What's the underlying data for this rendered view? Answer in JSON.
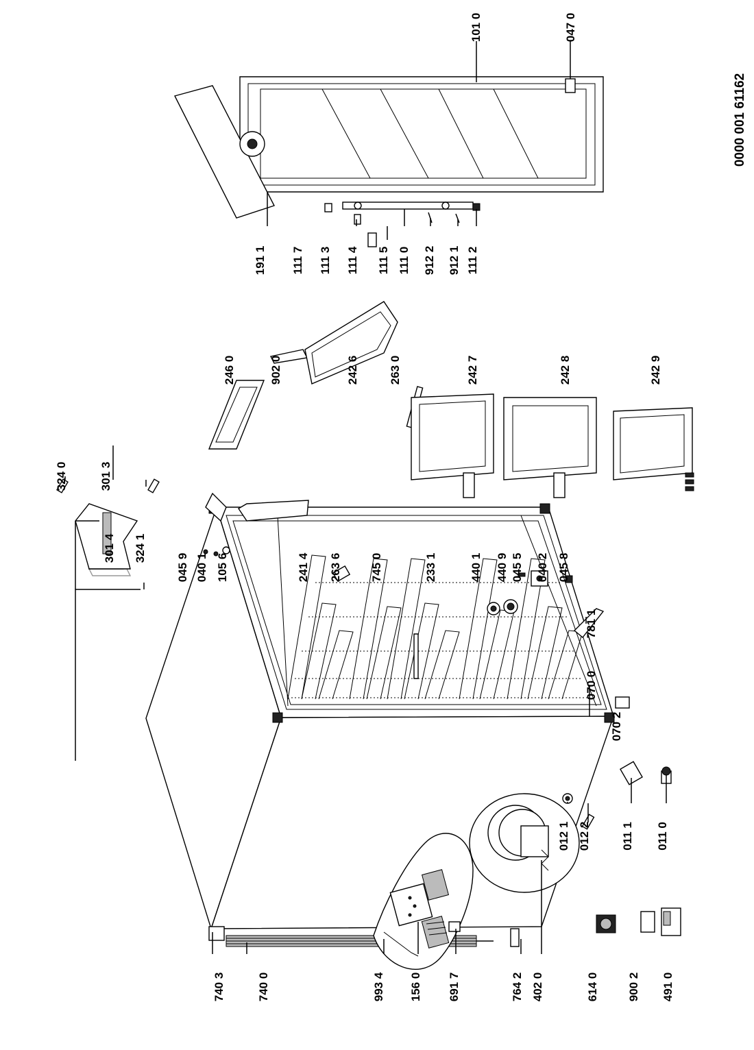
{
  "document": {
    "number": "0000 001 61162"
  },
  "labels": [
    {
      "id": "l7403",
      "text": "740 3"
    },
    {
      "id": "l7400",
      "text": "740 0"
    },
    {
      "id": "l9934",
      "text": "993 4"
    },
    {
      "id": "l1560",
      "text": "156 0"
    },
    {
      "id": "l6917",
      "text": "691 7"
    },
    {
      "id": "l7642",
      "text": "764 2"
    },
    {
      "id": "l4020",
      "text": "402 0"
    },
    {
      "id": "l6140",
      "text": "614 0"
    },
    {
      "id": "l9002",
      "text": "900 2"
    },
    {
      "id": "l4910",
      "text": "491 0"
    },
    {
      "id": "l0121",
      "text": "012 1"
    },
    {
      "id": "l0122",
      "text": "012 2"
    },
    {
      "id": "l0111",
      "text": "011 1"
    },
    {
      "id": "l0110",
      "text": "011 0"
    },
    {
      "id": "l0702",
      "text": "070 2"
    },
    {
      "id": "l0700",
      "text": "070 0"
    },
    {
      "id": "l7811",
      "text": "781 1"
    },
    {
      "id": "l0458",
      "text": "045 8"
    },
    {
      "id": "l0402",
      "text": "040 2"
    },
    {
      "id": "l0455",
      "text": "045 5"
    },
    {
      "id": "l4409",
      "text": "440 9"
    },
    {
      "id": "l4401",
      "text": "440 1"
    },
    {
      "id": "l2331",
      "text": "233 1"
    },
    {
      "id": "l7450",
      "text": "745 0"
    },
    {
      "id": "l2636",
      "text": "263 6"
    },
    {
      "id": "l2414",
      "text": "241 4"
    },
    {
      "id": "l1056",
      "text": "105 6"
    },
    {
      "id": "l0401",
      "text": "040 1"
    },
    {
      "id": "l0459",
      "text": "045 9"
    },
    {
      "id": "l3241",
      "text": "324 1"
    },
    {
      "id": "l3014",
      "text": "301 4"
    },
    {
      "id": "l3013",
      "text": "301 3"
    },
    {
      "id": "l3240",
      "text": "324 0"
    },
    {
      "id": "l2460",
      "text": "246 0"
    },
    {
      "id": "l9020",
      "text": "902 0"
    },
    {
      "id": "l2426",
      "text": "242 6"
    },
    {
      "id": "l2630",
      "text": "263 0"
    },
    {
      "id": "l2427",
      "text": "242 7"
    },
    {
      "id": "l2428",
      "text": "242 8"
    },
    {
      "id": "l2429",
      "text": "242 9"
    },
    {
      "id": "l1911",
      "text": "191 1"
    },
    {
      "id": "l1117",
      "text": "111 7"
    },
    {
      "id": "l1113",
      "text": "111 3"
    },
    {
      "id": "l1114",
      "text": "111 4"
    },
    {
      "id": "l1115",
      "text": "111 5"
    },
    {
      "id": "l1110",
      "text": "111 0"
    },
    {
      "id": "l9122",
      "text": "912 2"
    },
    {
      "id": "l9121",
      "text": "912 1"
    },
    {
      "id": "l1112",
      "text": "111 2"
    },
    {
      "id": "l1010",
      "text": "101 0"
    },
    {
      "id": "l0470",
      "text": "047 0"
    }
  ]
}
